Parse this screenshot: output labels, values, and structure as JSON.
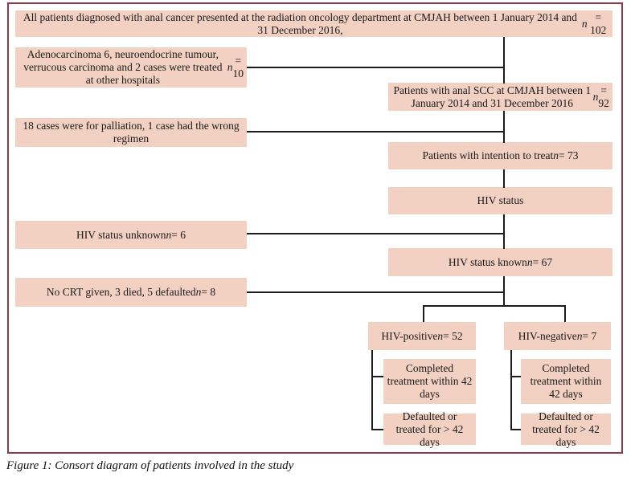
{
  "colors": {
    "box_fill": "#f2d0c2",
    "frame_border": "#8e3b44",
    "line": "#1c1c1c"
  },
  "nodes": {
    "all_patients": "All patients diagnosed with anal cancer presented at the radiation oncology department at CMJAH between 1 January 2014 and 31 December 2016, n = 102",
    "excluded_other": "Adenocarcinoma 6, neuroendocrine tumour, verrucous carcinoma and 2 cases were treated at other hospitals n = 10",
    "anal_scc": "Patients with anal SCC at CMJAH between 1 January 2014 and 31 December 2016 n = 92",
    "palliation": "18 cases were for palliation, 1 case had the wrong regimen",
    "intention_to_treat": "Patients with intention to treat n = 73",
    "hiv_status": "HIV status",
    "hiv_unknown": "HIV status unknown n = 6",
    "hiv_known": "HIV status known n = 67",
    "no_crt": "No CRT given, 3 died, 5 defaulted n = 8",
    "hiv_positive": "HIV-positive n = 52",
    "hiv_negative": "HIV-negative n = 7",
    "hiv_positive_completed": "Completed treatment within 42 days",
    "hiv_positive_defaulted": "Defaulted or treated for > 42 days",
    "hiv_negative_completed": "Completed treatment within 42 days",
    "hiv_negative_defaulted": "Defaulted or treated for > 42 days"
  },
  "caption": "Figure 1: Consort diagram of patients involved in the study"
}
